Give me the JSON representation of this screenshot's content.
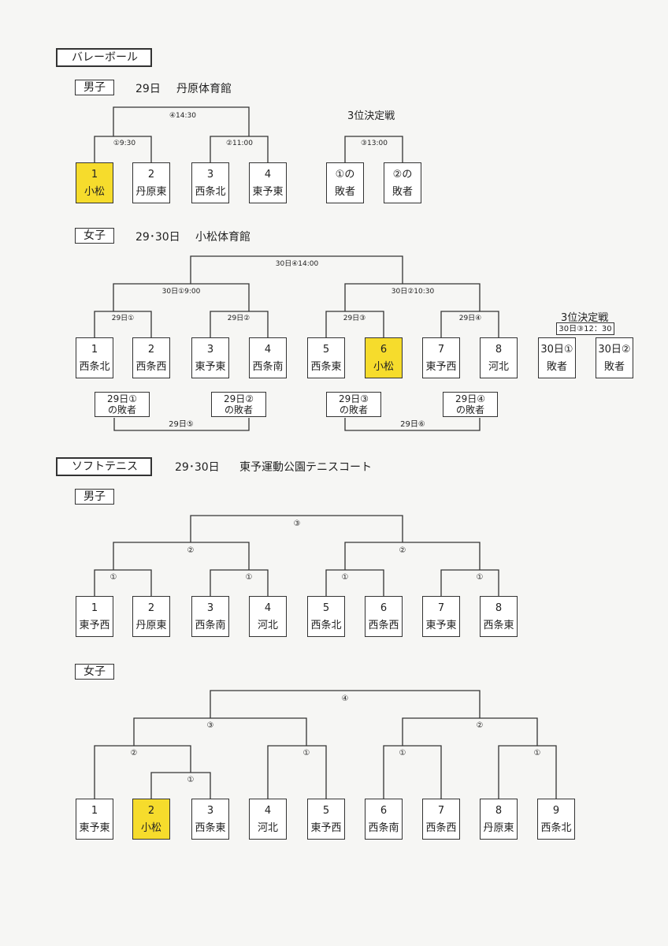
{
  "volleyball": {
    "title": "バレーボール",
    "boys": {
      "label": "男子",
      "date": "29日",
      "venue": "丹原体育館",
      "matches": {
        "m1": "①9:30",
        "m2": "②11:00",
        "m4": "④14:30",
        "m3": "③13:00"
      },
      "third_title": "3位決定戦",
      "teams": [
        {
          "num": "1",
          "name": "小松"
        },
        {
          "num": "2",
          "name": "丹原東"
        },
        {
          "num": "3",
          "name": "西条北"
        },
        {
          "num": "4",
          "name": "東予東"
        }
      ],
      "losers": [
        {
          "l1": "①の",
          "l2": "敗者"
        },
        {
          "l1": "②の",
          "l2": "敗者"
        }
      ]
    },
    "girls": {
      "label": "女子",
      "date": "29･30日",
      "venue": "小松体育館",
      "matches": {
        "final": "30日④14:00",
        "semi1": "30日①9:00",
        "semi2": "30日②10:30",
        "r1": "29日①",
        "r2": "29日②",
        "r3": "29日③",
        "r4": "29日④",
        "third_box": "30日③12：30",
        "c5": "29日⑤",
        "c6": "29日⑥"
      },
      "third_title": "3位決定戦",
      "teams": [
        {
          "num": "1",
          "name": "西条北"
        },
        {
          "num": "2",
          "name": "西条西"
        },
        {
          "num": "3",
          "name": "東予東"
        },
        {
          "num": "4",
          "name": "西条南"
        },
        {
          "num": "5",
          "name": "西条東"
        },
        {
          "num": "6",
          "name": "小松"
        },
        {
          "num": "7",
          "name": "東予西"
        },
        {
          "num": "8",
          "name": "河北"
        }
      ],
      "third_teams": [
        {
          "l1": "30日①",
          "l2": "敗者"
        },
        {
          "l1": "30日②",
          "l2": "敗者"
        }
      ],
      "consolation": [
        {
          "l1": "29日①",
          "l2": "の敗者"
        },
        {
          "l1": "29日②",
          "l2": "の敗者"
        },
        {
          "l1": "29日③",
          "l2": "の敗者"
        },
        {
          "l1": "29日④",
          "l2": "の敗者"
        }
      ]
    }
  },
  "softtennis": {
    "title": "ソフトテニス",
    "date": "29･30日",
    "venue": "東予運動公園テニスコート",
    "boys": {
      "label": "男子",
      "rounds": {
        "r1": "①",
        "r2": "②",
        "r3": "③"
      },
      "teams": [
        {
          "num": "1",
          "name": "東予西"
        },
        {
          "num": "2",
          "name": "丹原東"
        },
        {
          "num": "3",
          "name": "西条南"
        },
        {
          "num": "4",
          "name": "河北"
        },
        {
          "num": "5",
          "name": "西条北"
        },
        {
          "num": "6",
          "name": "西条西"
        },
        {
          "num": "7",
          "name": "東予東"
        },
        {
          "num": "8",
          "name": "西条東"
        }
      ]
    },
    "girls": {
      "label": "女子",
      "rounds": {
        "r1": "①",
        "r2": "②",
        "r3": "③",
        "r4": "④"
      },
      "teams": [
        {
          "num": "1",
          "name": "東予東"
        },
        {
          "num": "2",
          "name": "小松"
        },
        {
          "num": "3",
          "name": "西条東"
        },
        {
          "num": "4",
          "name": "河北"
        },
        {
          "num": "5",
          "name": "東予西"
        },
        {
          "num": "6",
          "name": "西条南"
        },
        {
          "num": "7",
          "name": "西条西"
        },
        {
          "num": "8",
          "name": "丹原東"
        },
        {
          "num": "9",
          "name": "西条北"
        }
      ]
    }
  },
  "colors": {
    "highlight": "#f6dc2c",
    "line": "#333333"
  }
}
